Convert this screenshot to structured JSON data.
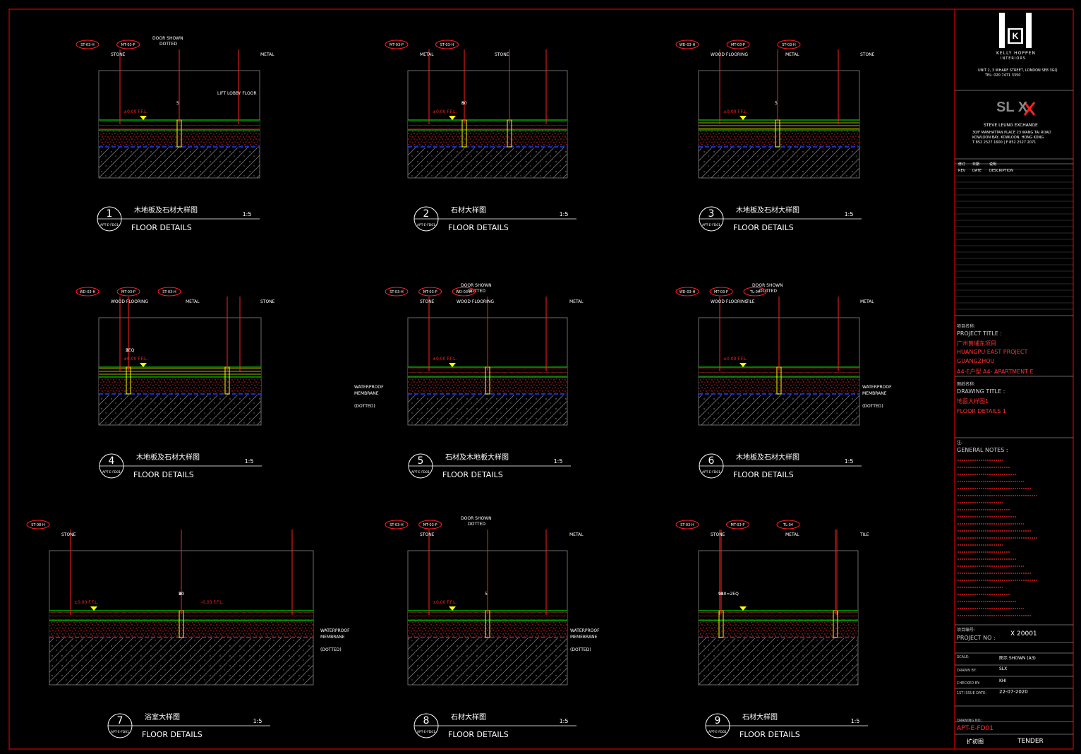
{
  "details": [
    {
      "num": "1",
      "ref": "APT-E-FD01",
      "title_cn": "木地板及石材大样图",
      "title_en": "FLOOR DETAILS",
      "scale": "1:5",
      "notes": [
        "ST-03-H",
        "STONE",
        "DOOR SHOWN",
        "DOTTED",
        "MT-03-P",
        "METAL",
        "LIFT LOBBY FLOOR",
        "±0.00 F.F.L.",
        "5"
      ]
    },
    {
      "num": "2",
      "ref": "APT-E-FD01",
      "title_cn": "石材大样图",
      "title_en": "FLOOR DETAILS",
      "scale": "1:5",
      "notes": [
        "MT-03-P",
        "METAL",
        "ST-03-H",
        "STONE",
        "80",
        "5",
        "±0.00 F.F.L."
      ]
    },
    {
      "num": "3",
      "ref": "APT-E-FD01",
      "title_cn": "木地板及石材大样图",
      "title_en": "FLOOR DETAILS",
      "scale": "1:5",
      "notes": [
        "WD-03-H",
        "WOOD FLOORING",
        "MT-03-P",
        "METAL",
        "ST-03-H",
        "STONE",
        "±0.00 F.F.L.",
        "5"
      ]
    },
    {
      "num": "4",
      "ref": "APT-E-FD01",
      "title_cn": "木地板及石材大样图",
      "title_en": "FLOOR DETAILS",
      "scale": "1:5",
      "notes": [
        "WD-03-H",
        "WOOD FLOORING",
        "MT-03-P",
        "METAL",
        "ST-03-H",
        "STONE",
        "2EQ",
        "±0.00 F.F.L.",
        "5"
      ]
    },
    {
      "num": "5",
      "ref": "APT-E-FD01",
      "title_cn": "石材及木地板大样图",
      "title_en": "FLOOR DETAILS",
      "scale": "1:5",
      "notes": [
        "ST-03-H",
        "STONE",
        "DOOR SHOWN",
        "DOTTED",
        "MT-03-P",
        "METAL",
        "WD-03-H",
        "WOOD FLOORING",
        "WATERPROOF",
        "MEMBRANE",
        "(DOTTED)",
        "±0.00 F.F.L."
      ]
    },
    {
      "num": "6",
      "ref": "APT-E-FD01",
      "title_cn": "木地板及石材大样图",
      "title_en": "FLOOR DETAILS",
      "scale": "1:5",
      "notes": [
        "WD-03-H",
        "WOOD FLOORING",
        "DOOR SHOWN",
        "DOTTED",
        "MT-03-P",
        "METAL",
        "TL-04",
        "TILE",
        "WATERPROOF",
        "MEMBRANE",
        "(DOTTED)",
        "±0.00 F.F.L."
      ]
    },
    {
      "num": "7",
      "ref": "APT-E-FD01",
      "title_cn": "浴室大样图",
      "title_en": "FLOOR DETAILS",
      "scale": "1:5",
      "notes": [
        "ST-08-H",
        "STONE",
        "±0.00 F.F.L.",
        "-0.03 F.F.L.",
        "20",
        "10",
        "5",
        "WATERPROOF",
        "MEMBRANE",
        "(DOTTED)"
      ]
    },
    {
      "num": "8",
      "ref": "APT-E-FD01",
      "title_cn": "石材大样图",
      "title_en": "FLOOR DETAILS",
      "scale": "1:5",
      "notes": [
        "ST-03-H",
        "STONE",
        "DOOR SHOWN",
        "DOTTED",
        "MT-03-P",
        "METAL",
        "WATERPROOF",
        "MEMEBRANE",
        "(DOTTED)",
        "±0.00 F.F.L.",
        "5"
      ]
    },
    {
      "num": "9",
      "ref": "APT-E-FD01",
      "title_cn": "石材大样图",
      "title_en": "FLOOR DETAILS",
      "scale": "1:5",
      "notes": [
        "ST-03-H",
        "STONE",
        "MT-03-P",
        "METAL",
        "TL-04",
        "TILE",
        "940=2EQ",
        "15"
      ]
    }
  ],
  "title_block": {
    "logo_letter": "K",
    "firm1": "KELLY HOPPEN",
    "firm1_sub": "INTERIORS",
    "firm1_addr": "UNIT 2, 3 WHARF STREET, LONDON SE8 3GQ",
    "firm1_tel": "TEL: 020 7471 3350",
    "firm2": "SL X",
    "firm2_name": "STEVE LEUNG EXCHANGE",
    "firm2_addr1": "30/F MANHATTAN PLACE 23 WANG TAI ROAD",
    "firm2_addr2": "KOWLOON BAY, KOWLOON, HONG KONG",
    "firm2_tel": "T 852 2527 1600 | F 852 2527 2071",
    "rev_headers": [
      "修订",
      "日期",
      "说明"
    ],
    "rev_headers_en": [
      "REV",
      "DATE",
      "DESCRIPTION"
    ],
    "project_title_cn": "项目名称:",
    "project_title_label": "PROJECT TITLE :",
    "project_cn": "广州黄埔东项目",
    "project_en1": "HUANGPU EAST PROJECT",
    "project_en2": "GUANGZHOU",
    "project_en3": "A4-E户型 A4- APARTMENT E",
    "drawing_title_cn": "图纸名称:",
    "drawing_title_label": "DRAWING TITLE :",
    "drawing_cn": "地面大样图1",
    "drawing_en": "FLOOR DETAILS 1",
    "notes_cn": "注:",
    "notes_label": "GENERAL NOTES :",
    "project_no_cn": "项目编号:",
    "project_no_label": "PROJECT NO :",
    "project_no": "X 20001",
    "scale_label": "SCALE:",
    "scale_value": "图示 SHOWN (A3)",
    "drawn_label": "DRAWN BY:",
    "drawn_value": "SLX",
    "checked_label": "CHECKED BY:",
    "checked_value": "KHI",
    "issue_label": "1ST ISSUE DATE:",
    "issue_value": "22-07-2020",
    "drawing_no_label": "DRAWING NO.:",
    "drawing_no": "APT-E-FD01",
    "stage_cn": "扩初图",
    "stage": "TENDER"
  },
  "colors": {
    "frame": "#ff0000",
    "red": "#ff2020",
    "yellow": "#ffff00",
    "green": "#00ff00",
    "blue": "#2040ff",
    "grey": "#888888",
    "white": "#ffffff"
  }
}
